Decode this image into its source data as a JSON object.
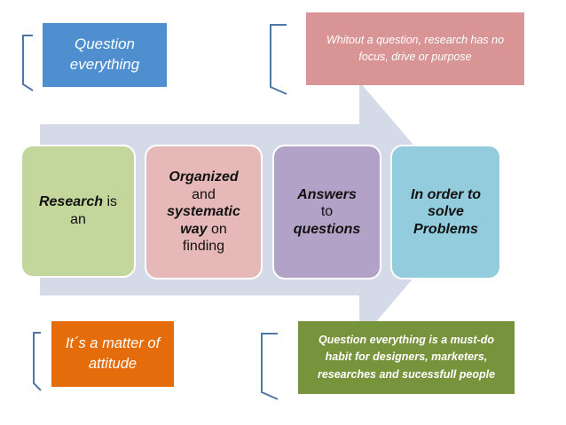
{
  "colors": {
    "arrow": "#d4dae8",
    "bracket": "#4e76a6",
    "note_blue": "#4f8fd0",
    "note_red": "#d99595",
    "note_orange": "#e46c0a",
    "note_green": "#77933c",
    "card_green": "#c3d69b",
    "card_pink": "#e6b9b8",
    "card_purple": "#b3a2c7",
    "card_blue": "#93cddd"
  },
  "notes": {
    "top_left": "Question everything",
    "top_right": "Whitout a question, research has no focus, drive or purpose",
    "bottom_left": "It´s a matter of attitude",
    "bottom_right": "Question everything is a must-do habit for designers, marketers, researches and sucessfull people"
  },
  "cards": {
    "c1": {
      "bold": "Research",
      "rest": " is an"
    },
    "c2": {
      "l1": "Organized",
      "l2": "and",
      "l3": "systematic",
      "l4b": "way",
      "l4": " on",
      "l5": "finding"
    },
    "c3": {
      "l1": "Answers",
      "l2": "to",
      "l3": "questions"
    },
    "c4": {
      "l1": "In order to",
      "l2": "solve",
      "l3": "Problems"
    }
  }
}
